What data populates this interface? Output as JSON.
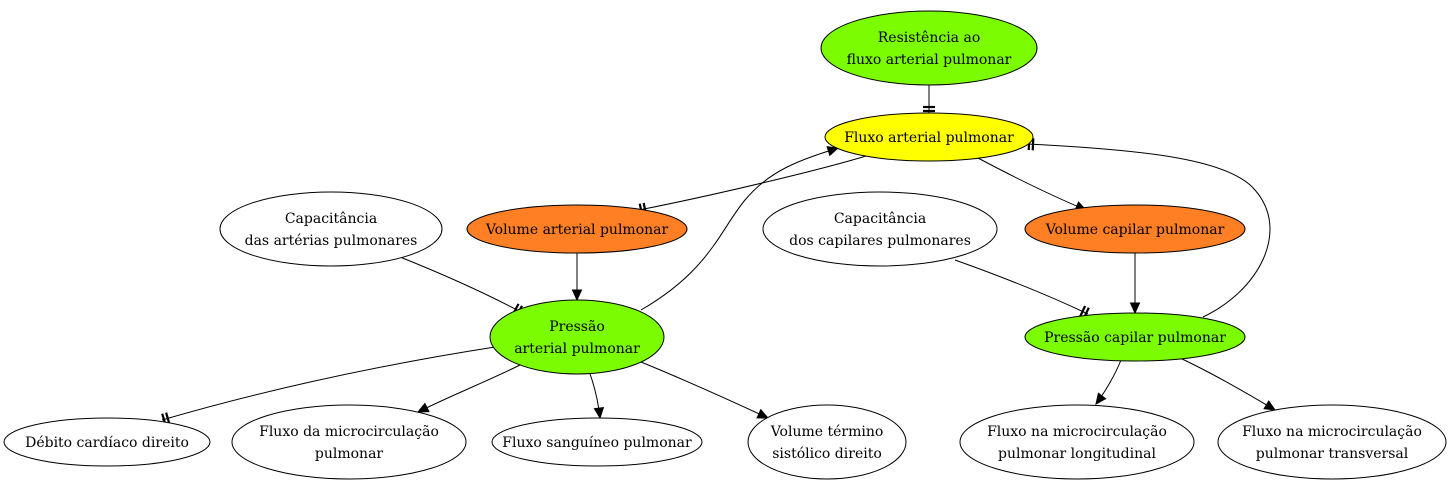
{
  "colors": {
    "green": "#7cfc00",
    "yellow": "#ffff00",
    "orange": "#ff7f24",
    "white": "#ffffff",
    "stroke": "#000000"
  },
  "nodes": [
    {
      "id": "resistencia",
      "lines": [
        "Resistência ao",
        "fluxo arterial pulmonar"
      ],
      "fill": "green"
    },
    {
      "id": "fluxo_arterial",
      "lines": [
        "Fluxo arterial pulmonar"
      ],
      "fill": "yellow"
    },
    {
      "id": "cap_arterias",
      "lines": [
        "Capacitância",
        "das artérias pulmonares"
      ],
      "fill": "white"
    },
    {
      "id": "vol_arterial",
      "lines": [
        "Volume arterial pulmonar"
      ],
      "fill": "orange"
    },
    {
      "id": "cap_capilares",
      "lines": [
        "Capacitância",
        "dos capilares pulmonares"
      ],
      "fill": "white"
    },
    {
      "id": "vol_capilar",
      "lines": [
        "Volume capilar pulmonar"
      ],
      "fill": "orange"
    },
    {
      "id": "pressao_arterial",
      "lines": [
        "Pressão",
        "arterial pulmonar"
      ],
      "fill": "green"
    },
    {
      "id": "pressao_capilar",
      "lines": [
        "Pressão capilar pulmonar"
      ],
      "fill": "green"
    },
    {
      "id": "debito",
      "lines": [
        "Débito cardíaco direito"
      ],
      "fill": "white"
    },
    {
      "id": "fluxo_micro",
      "lines": [
        "Fluxo da microcirculação",
        "pulmonar"
      ],
      "fill": "white"
    },
    {
      "id": "fluxo_sanguineo",
      "lines": [
        "Fluxo sanguíneo pulmonar"
      ],
      "fill": "white"
    },
    {
      "id": "volume_termino",
      "lines": [
        "Volume término",
        "sistólico direito"
      ],
      "fill": "white"
    },
    {
      "id": "micro_long",
      "lines": [
        "Fluxo na microcirculação",
        "pulmonar longitudinal"
      ],
      "fill": "white"
    },
    {
      "id": "micro_trans",
      "lines": [
        "Fluxo na microcirculação",
        "pulmonar transversal"
      ],
      "fill": "white"
    }
  ],
  "edges": [
    {
      "from": "resistencia",
      "to": "fluxo_arterial",
      "marker": "inhibit"
    },
    {
      "from": "fluxo_arterial",
      "to": "vol_arterial",
      "marker": "inhibit"
    },
    {
      "from": "fluxo_arterial",
      "to": "vol_capilar",
      "marker": "arrow"
    },
    {
      "from": "vol_arterial",
      "to": "pressao_arterial",
      "marker": "arrow"
    },
    {
      "from": "cap_arterias",
      "to": "pressao_arterial",
      "marker": "inhibit"
    },
    {
      "from": "pressao_arterial",
      "to": "fluxo_arterial",
      "marker": "arrow"
    },
    {
      "from": "vol_capilar",
      "to": "pressao_capilar",
      "marker": "arrow"
    },
    {
      "from": "cap_capilares",
      "to": "pressao_capilar",
      "marker": "inhibit"
    },
    {
      "from": "pressao_capilar",
      "to": "fluxo_arterial",
      "marker": "inhibit"
    },
    {
      "from": "pressao_arterial",
      "to": "debito",
      "marker": "inhibit"
    },
    {
      "from": "pressao_arterial",
      "to": "fluxo_micro",
      "marker": "arrow"
    },
    {
      "from": "pressao_arterial",
      "to": "fluxo_sanguineo",
      "marker": "arrow"
    },
    {
      "from": "pressao_arterial",
      "to": "volume_termino",
      "marker": "arrow"
    },
    {
      "from": "pressao_capilar",
      "to": "micro_long",
      "marker": "arrow"
    },
    {
      "from": "pressao_capilar",
      "to": "micro_trans",
      "marker": "arrow"
    }
  ]
}
